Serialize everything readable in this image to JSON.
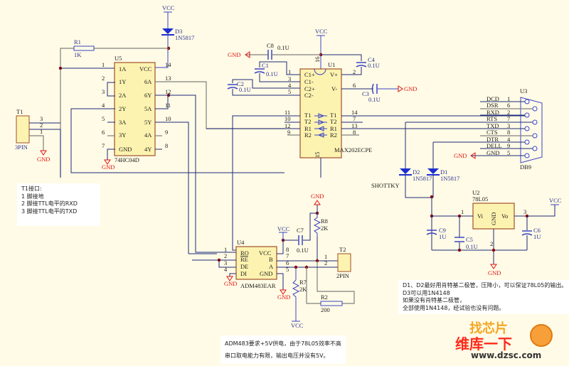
{
  "power_labels": {
    "vcc": "VCC",
    "gnd": "GND"
  },
  "colors": {
    "background": "#fffbe6",
    "wire": "#1f2a7a",
    "power": "#3b44c4",
    "ground": "#e01010",
    "junction": "#8b0000",
    "ic_fill": "#fdf3b0",
    "ic_border": "#a0522d"
  },
  "components": {
    "d3": {
      "ref": "D3",
      "value": "1N5817"
    },
    "r1": {
      "ref": "R1",
      "value": "1K"
    },
    "u5": {
      "ref": "U5",
      "part": "74HC04D",
      "left_pins": [
        {
          "num": "1",
          "name": "1A"
        },
        {
          "num": "2",
          "name": "1Y"
        },
        {
          "num": "3",
          "name": "2A"
        },
        {
          "num": "4",
          "name": "2Y"
        },
        {
          "num": "5",
          "name": "3A"
        },
        {
          "num": "6",
          "name": "3Y"
        },
        {
          "num": "7",
          "name": "GND"
        }
      ],
      "right_pins": [
        {
          "num": "14",
          "name": "VCC"
        },
        {
          "num": "13",
          "name": "6A"
        },
        {
          "num": "12",
          "name": "6Y"
        },
        {
          "num": "11",
          "name": "5A"
        },
        {
          "num": "10",
          "name": "5Y"
        },
        {
          "num": "9",
          "name": "4A"
        },
        {
          "num": "8",
          "name": "4Y"
        }
      ]
    },
    "t1": {
      "ref": "T1",
      "part": "3PIN",
      "pins": [
        "3",
        "2",
        "1"
      ]
    },
    "u1": {
      "ref": "U1",
      "part": "MAX202ECPE",
      "left_pins": [
        {
          "num": "1",
          "name": "C1+"
        },
        {
          "num": "3",
          "name": "C1-"
        },
        {
          "num": "4",
          "name": "C2+"
        },
        {
          "num": "5",
          "name": "C2-"
        },
        {
          "num": "11",
          "name": "T1"
        },
        {
          "num": "10",
          "name": "T2"
        },
        {
          "num": "12",
          "name": "R1"
        },
        {
          "num": "9",
          "name": "R2"
        }
      ],
      "right_pins": [
        {
          "num": "2",
          "name": "V+"
        },
        {
          "num": "6",
          "name": "V-"
        },
        {
          "num": "14",
          "name": "T1"
        },
        {
          "num": "7",
          "name": "T2"
        },
        {
          "num": "13",
          "name": "R1"
        },
        {
          "num": "8",
          "name": "R2"
        }
      ],
      "top_pin": "16",
      "bottom_pin": "15"
    },
    "c8": {
      "ref": "C8",
      "value": "0.1U"
    },
    "c1": {
      "ref": "C1",
      "value": "0.1U"
    },
    "c2": {
      "ref": "C2",
      "value": "0.1U"
    },
    "c4": {
      "ref": "C4",
      "value": "0.1U"
    },
    "c3": {
      "ref": "C3",
      "value": "0.1U"
    },
    "u3": {
      "ref": "U3",
      "part": "DB9",
      "pins": [
        {
          "name": "DCD",
          "num": "1"
        },
        {
          "name": "DSR",
          "num": "6"
        },
        {
          "name": "RXD",
          "num": "2"
        },
        {
          "name": "RTS",
          "num": "7"
        },
        {
          "name": "TXD",
          "num": "3"
        },
        {
          "name": "CTS",
          "num": "8"
        },
        {
          "name": "DTR",
          "num": "4"
        },
        {
          "name": "DELL",
          "num": "9"
        },
        {
          "name": "GND",
          "num": "5"
        }
      ]
    },
    "d2": {
      "ref": "D2",
      "value": "1N5817"
    },
    "d1": {
      "ref": "D1",
      "value": "1N5817"
    },
    "shottky": "SHOTTKY",
    "u2": {
      "ref": "U2",
      "part": "78L05",
      "vi": "Vi",
      "gnd": "GND",
      "vo": "Vo",
      "pin1": "1",
      "pin2": "2",
      "pin3": "3"
    },
    "c9": {
      "ref": "C9",
      "value": "1U"
    },
    "c5": {
      "ref": "C5",
      "value": "0.1U"
    },
    "c6": {
      "ref": "C6",
      "value": "1U"
    },
    "u4": {
      "ref": "U4",
      "part": "ADM483EAR",
      "left_pins": [
        {
          "num": "1",
          "name": "RO"
        },
        {
          "num": "2",
          "name": "RE"
        },
        {
          "num": "3",
          "name": "DE"
        },
        {
          "num": "4",
          "name": "DI"
        }
      ],
      "right_pins": [
        {
          "num": "8",
          "name": "VCC"
        },
        {
          "num": "7",
          "name": "B"
        },
        {
          "num": "6",
          "name": "A"
        },
        {
          "num": "5",
          "name": "GND"
        }
      ]
    },
    "c7": {
      "ref": "C7",
      "value": "0.1U"
    },
    "r8": {
      "ref": "R8",
      "value": "2K"
    },
    "r7": {
      "ref": "R7",
      "value": "2K"
    },
    "r2": {
      "ref": "R2",
      "value": "200"
    },
    "t2": {
      "ref": "T2",
      "part": "2PIN",
      "pins": [
        "1",
        "2"
      ]
    }
  },
  "notes": {
    "t1_note": "T1接口:\n1 脚接地\n2 脚接TTL电平的RXD\n3 脚接TTL电平的TXD",
    "diode_note": "D1、D2最好用肖特基二极管，压降小，可以保证78L05的输出。\nD3可以用1N4148\n如果没有肖特基二极管，\n全部使用1N4148，经试验也没有问题。",
    "adm_note": "ADM483要求+5V供电，由于78L05效率不高\n串口取电能力有限，输出电压并没有5V。"
  },
  "watermark": {
    "top": "找芯片",
    "main": "维库一下",
    "url": "www.dzsc.com"
  }
}
